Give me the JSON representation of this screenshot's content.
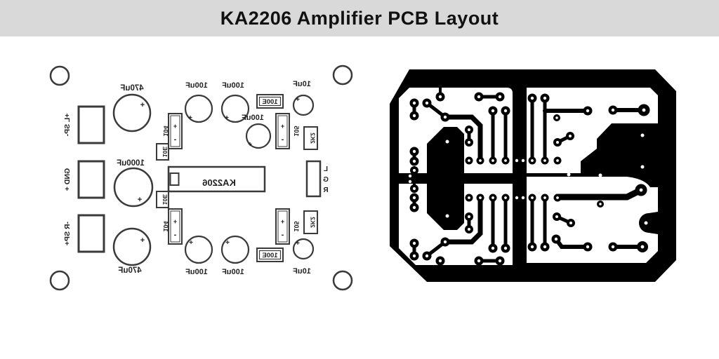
{
  "title": "KA2206 Amplifier PCB Layout",
  "colors": {
    "title_bar_bg": "#d9d9d9",
    "title_text": "#111111",
    "silkscreen_line": "#3a3a3a",
    "copper": "#000000",
    "board_white": "#ffffff"
  },
  "silkscreen": {
    "ic_label": "KA2206",
    "speaker_left_label": "+L SP-",
    "gnd_label": "GND +",
    "speaker_right_label": "-R SP+",
    "audio_in": {
      "l": "L",
      "g": "G",
      "r": "R"
    },
    "values": {
      "c470": "470uF",
      "c1000": "1000uF",
      "c100": "100uF",
      "c10": "10uF",
      "code104": "104",
      "code105": "105",
      "r10e": "10E",
      "r100e": "100E",
      "r2k2": "2K2"
    },
    "polarity_plus": "+",
    "polarity_minus": "-"
  }
}
